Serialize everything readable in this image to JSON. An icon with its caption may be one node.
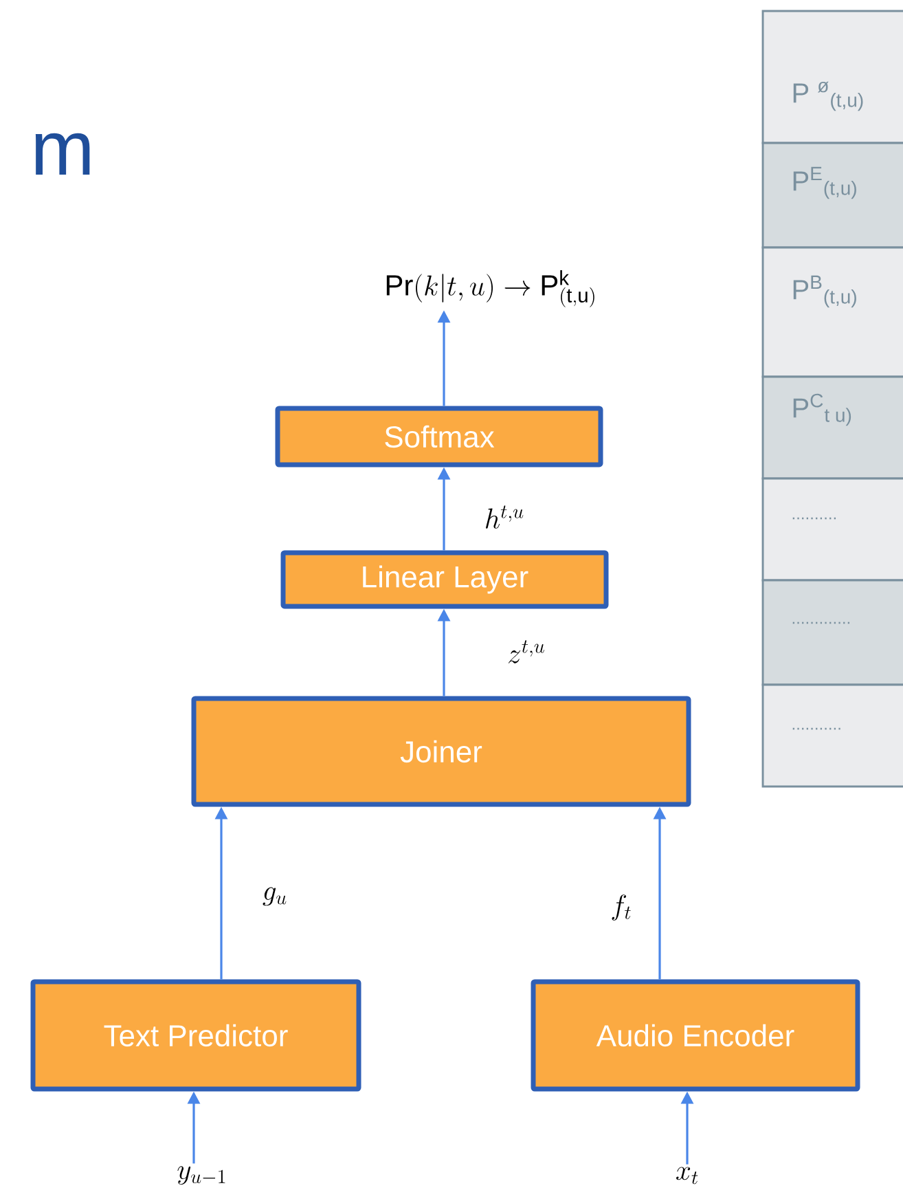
{
  "diagram": {
    "nodes": [
      {
        "text": [
          "Softmax"
        ]
      },
      {
        "text": [
          "Linear Layer"
        ]
      },
      {
        "text": [
          "Joiner"
        ]
      },
      {
        "text": [
          "Text Predictor"
        ]
      },
      {
        "text": [
          "Audio Encoder"
        ]
      },
      {
        "text": [
          "\\mathrm{Pr}(k|t,u) \\rightarrow \\mathrm{P}^{\\mathrm{k}}_{\\mathrm{(t,u)}}"
        ]
      },
      {
        "text": [
          "y_{u-1}"
        ]
      },
      {
        "text": [
          "x_t"
        ]
      }
    ],
    "edges": [
      {
        "from": 6,
        "to": 3,
        "arrow": "to"
      },
      {
        "from": 7,
        "to": 4,
        "arrow": "to"
      },
      {
        "from": 3,
        "to": 2,
        "arrow": "to",
        "label": "g_u"
      },
      {
        "from": 4,
        "to": 2,
        "arrow": "to",
        "label": "f_t"
      },
      {
        "from": 2,
        "to": 1,
        "arrow": "to",
        "label": "z^{t,u}"
      },
      {
        "from": 1,
        "to": 0,
        "arrow": "to",
        "label": "h^{t,u}"
      },
      {
        "from": 0,
        "to": 5,
        "arrow": "to"
      }
    ],
    "labels": [
      "m",
      "P $^{ø}$$_{(t,u)}$",
      "P$^{E}$$_{(t,u)}$",
      "P$^{B}$$_{(t,u)}$",
      "P$^{C}$$_{t u)}$",
      "..........",
      ".............",
      "..........."
    ]
  }
}
